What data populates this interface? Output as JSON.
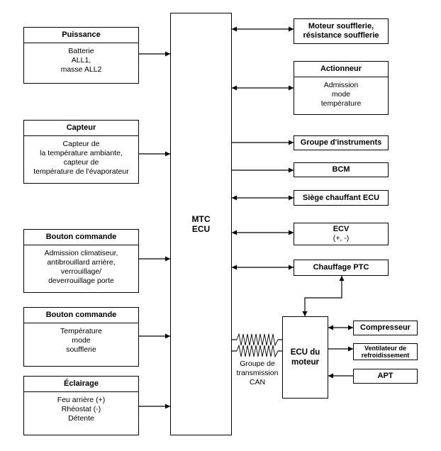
{
  "center_ecu": {
    "label": "MTC\nECU"
  },
  "engine_ecu": {
    "label": "ECU du\nmoteur"
  },
  "can_label": "Groupe de\ntransmission\nCAN",
  "inputs": [
    {
      "title": "Puissance",
      "body": "Batterie\nALL1,\nmasse ALL2"
    },
    {
      "title": "Capteur",
      "body": "Capteur de\nla température ambiante,\ncapteur de\ntempérature de l'évaporateur"
    },
    {
      "title": "Bouton commande",
      "body": "Admission climatiseur,\nantibrouillard arrière,\nverrouillage/\ndeverrouillage porte"
    },
    {
      "title": "Bouton commande",
      "body": "Température\nmode\nsoufflerie"
    },
    {
      "title": "Éclairage",
      "body": "Feu arrière (+)\nRhéostat (-)\nDétente"
    }
  ],
  "outputs": {
    "blower": "Moteur soufflerie,\nrésistance soufflerie",
    "actuator": {
      "title": "Actionneur",
      "body": "Admission\nmode\ntempérature"
    },
    "cluster": "Groupe d'instruments",
    "bcm": "BCM",
    "heated_seat": "Siège chauffant ECU",
    "ecv": {
      "title": "ECV",
      "sub": "(+, -)"
    },
    "ptc": "Chauffage PTC"
  },
  "engine_outputs": {
    "compressor": "Compresseur",
    "fan": "Ventilateur de\nrefroidissement",
    "apt": "APT"
  }
}
